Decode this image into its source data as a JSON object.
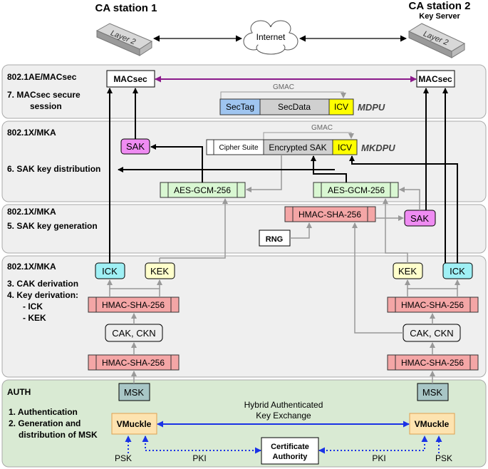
{
  "top": {
    "station1_title": "CA station 1",
    "station2_title": "CA station 2",
    "station2_subtitle": "Key Server",
    "switch_label": "Layer 2",
    "internet_label": "Internet"
  },
  "bands": {
    "macsec": {
      "title": "802.1AE/MACsec",
      "step_line1": "7. MACsec secure",
      "step_line2": "session"
    },
    "sak_dist": {
      "title": "802.1X/MKA",
      "step": "6. SAK key distribution"
    },
    "sak_gen": {
      "title": "802.1X/MKA",
      "step": "5. SAK key generation"
    },
    "derivation": {
      "title": "802.1X/MKA",
      "step1": "3. CAK derivation",
      "step2": "4. Key derivation:",
      "sub1": "- ICK",
      "sub2": "- KEK"
    },
    "auth": {
      "title": "AUTH",
      "step1": "1. Authentication",
      "step2": "2. Generation and",
      "step3": "distribution of MSK"
    }
  },
  "macsec_row": {
    "left_box": "MACsec",
    "right_box": "MACsec",
    "gmac": "GMAC",
    "sectag": "SecTag",
    "secdata": "SecData",
    "icv": "ICV",
    "frame": "MDPU"
  },
  "mka_row": {
    "sak": "SAK",
    "gmac": "GMAC",
    "cipher_suite": "Cipher Suite",
    "encrypted_sak": "Encrypted SAK",
    "icv": "ICV",
    "frame": "MKDPU",
    "aes_left": "AES-GCM-256",
    "aes_right": "AES-GCM-256"
  },
  "gen_row": {
    "hmac": "HMAC-SHA-256",
    "sak": "SAK",
    "rng": "RNG"
  },
  "deriv_row": {
    "ick": "ICK",
    "kek": "KEK",
    "hmac_top": "HMAC-SHA-256",
    "cak_ckn": "CAK, CKN",
    "hmac_bottom": "HMAC-SHA-256"
  },
  "auth_row": {
    "msk": "MSK",
    "vmuckle": "VMuckle",
    "hybrid_line1": "Hybrid Authenticated",
    "hybrid_line2": "Key Exchange",
    "ca_line1": "Certificate",
    "ca_line2": "Authority",
    "psk": "PSK",
    "pki": "PKI"
  },
  "colors": {
    "band_grey": "#efefef",
    "band_green": "#d9ead3",
    "hmac_fill": "#f4a6a6",
    "aes_fill": "#d9f7d2",
    "sak_fill": "#ef8cf2",
    "icv_fill": "#ffff00",
    "sectag_fill": "#9fc5f0",
    "ick_fill": "#9ff0f5",
    "kek_fill": "#ffffcc",
    "msk_fill": "#a8c6c6",
    "vmuckle_fill": "#fde3b0",
    "purple_arrow": "#8b1a8b",
    "blue_arrow": "#1a32e6"
  }
}
